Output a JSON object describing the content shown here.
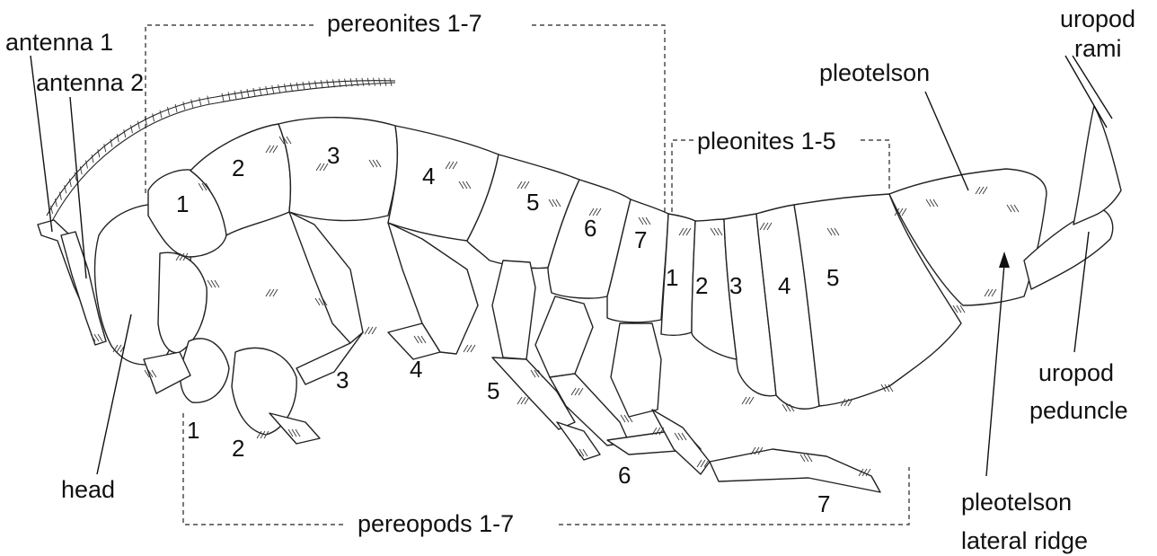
{
  "labels": {
    "antenna1": "antenna 1",
    "antenna2": "antenna 2",
    "pereonites": "pereonites 1-7",
    "pleotelson": "pleotelson",
    "uropod_rami_1": "uropod",
    "uropod_rami_2": "rami",
    "pleonites": "pleonites 1-5",
    "head": "head",
    "pereopods": "pereopods 1-7",
    "uropod_peduncle_1": "uropod",
    "uropod_peduncle_2": "peduncle",
    "pleotelson_ridge_1": "pleotelson",
    "pleotelson_ridge_2": "lateral ridge"
  },
  "pereonite_numbers": [
    "1",
    "2",
    "3",
    "4",
    "5",
    "6",
    "7"
  ],
  "pleonite_numbers": [
    "1",
    "2",
    "3",
    "4",
    "5"
  ],
  "pereopod_numbers": [
    "1",
    "2",
    "3",
    "4",
    "5",
    "6",
    "7"
  ]
}
